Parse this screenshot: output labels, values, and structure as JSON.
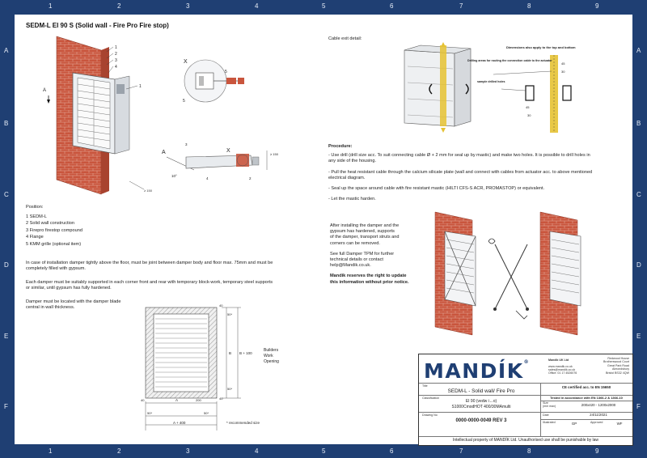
{
  "border": {
    "columns": [
      "1",
      "2",
      "3",
      "4",
      "5",
      "6",
      "7",
      "8",
      "9"
    ],
    "rows": [
      "A",
      "B",
      "C",
      "D",
      "E",
      "F"
    ]
  },
  "title": "SEDM-L EI 90 S (Solid wall - Fire Pro Fire stop)",
  "cable_exit": {
    "heading": "Cable exit detail:",
    "note_dims": "Dimensions also apply to the top and bottom",
    "note_drilling": "Drilling areas for routing the connection cable to the actuator",
    "note_sample": "sample drilled holes",
    "dim_45a": "45",
    "dim_30a": "30",
    "dim_45b": "45",
    "dim_30b": "30"
  },
  "drawing_labels": {
    "A": "A",
    "X": "X",
    "n1": "1",
    "n2": "2",
    "n3": "3",
    "n4": "4",
    "n5": "5",
    "angle": "10°",
    "dim_150": "≥ 150",
    "dim_150b": "≥ 150"
  },
  "position": {
    "heading": "Position:",
    "items": [
      "1  SEDM-L",
      "2  Solid wall construction",
      "3  Firepro firestop compound",
      "4  Flange",
      "5  KMM grille (optional item)"
    ]
  },
  "notes": {
    "floor": "In case of installation damper tightly above the floor, must be joint between damper body and floor max. 75mm and must be completely filled with gypsum.",
    "support": "Each damper must be suitably supported in each corner front and rear with temporary block-work, temporary steel supports or similar, until gypsum has fully hardened.",
    "blade": "Damper must be located with the damper blade central in wall thickness."
  },
  "section_dims": {
    "d40_top": "40",
    "d50_top": "50*",
    "d40_bottom": "40",
    "d50_bottom": "50*",
    "B": "B",
    "B100": "B + 100",
    "left40": "40",
    "A": "A",
    "d200": "200",
    "d50_l": "50*",
    "d50_r": "50*",
    "A400": "A + 400",
    "builders": [
      "Builders",
      "Work",
      "Opening"
    ],
    "recommended": "* recommended size"
  },
  "procedure": {
    "heading": "Procedure:",
    "steps": [
      "- Use drill (drill size acc. To suit connecting cable Ø + 2 mm for seal up by mastic) and make two holes. It is possible to drill holes in any side of the housing.",
      "- Pull the heat resistant cable through the calcium silicate plate (wall and connect with cables from actuator acc. to above mentioned electrical diagram.",
      "- Seal up the space around cable with fire resistant mastic (HILTI CFS-S ACR, PROMASTOP) or equivalent.",
      "- Let the mastic harden."
    ]
  },
  "after_install": {
    "para1": [
      "After installing the damper and the",
      "gypsum has hardened, supports",
      "of the damper, transport struts and",
      "corners can be removed."
    ],
    "para2": [
      "See full Damper TPM for further",
      "technical details or contact",
      "help@Mandik.co.uk."
    ],
    "para3": [
      "Mandik reserves the right to update",
      "this information without prior notice."
    ]
  },
  "titleblock": {
    "logo": "MANDÍK",
    "reg": "®",
    "company": "Mandik UK Ltd",
    "website": "www.mandik.co.uk",
    "email": "sales@mandik.co.uk",
    "office": "Office: 01 17 4526076",
    "address": [
      "Redwood House",
      "Brotherswood Court",
      "Great Park Road",
      "Almondsbury",
      "Bristol BS32 4QW"
    ],
    "ce": "CE certified acc. to EN 15650",
    "title_label": "Title",
    "title_value": "SEDM-L - Solid wall/ Fire Pro",
    "tested": "Tested in accordance with EN 1366-2 & 1366-10",
    "classification_label": "Classification",
    "classification": [
      "EI 90 (vedw i↔o)",
      "S1000CmodHOT 400/30MAmulti"
    ],
    "size_label": "Size",
    "size_sub": "(mm max)",
    "size_value": "200x420 - 1200x2000",
    "drawing_label": "Drawing No",
    "drawing_no": "0000-0000-0049 REV 3",
    "date_label": "Date",
    "date_value": "24/11/2021",
    "illustrated_label": "Illustrated",
    "illustrated_value": "GP",
    "approved_label": "Approved",
    "approved_value": "WF",
    "footer": "Intellectual property of MANDÍK Ltd. Unauthorised use shall be punishable by law"
  },
  "colors": {
    "frame": "#1f3f73",
    "brick": "#c9553d",
    "yellow": "#e5c233",
    "logo": "#1f3f73"
  }
}
